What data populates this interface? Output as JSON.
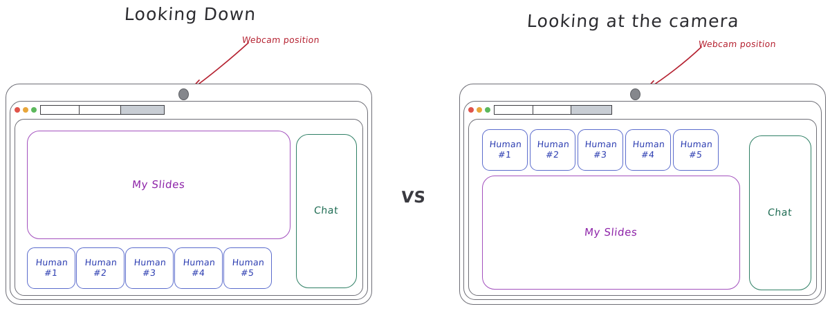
{
  "figure": {
    "comparison_separator": "VS",
    "annotation_color": "#b52231",
    "panels": [
      {
        "id": "looking-down",
        "title": "Looking Down",
        "webcam_note": "Webcam position",
        "layout_order": [
          "slides",
          "participants",
          "chat"
        ],
        "slides": {
          "label": "My Slides",
          "color": "#8d23a8"
        },
        "chat": {
          "label": "Chat",
          "color": "#1d6b52"
        },
        "participants": [
          {
            "name": "Human",
            "number": "#1"
          },
          {
            "name": "Human",
            "number": "#2"
          },
          {
            "name": "Human",
            "number": "#3"
          },
          {
            "name": "Human",
            "number": "#4"
          },
          {
            "name": "Human",
            "number": "#5"
          }
        ],
        "participant_color": "#2a3bb0",
        "browser": {
          "traffic_lights": [
            "red",
            "yellow",
            "green"
          ],
          "tabs": [
            {
              "label": "",
              "active": false
            },
            {
              "label": "",
              "active": false
            },
            {
              "label": "",
              "active": true
            }
          ]
        }
      },
      {
        "id": "looking-at-the-camera",
        "title": "Looking at the camera",
        "webcam_note": "Webcam position",
        "layout_order": [
          "participants",
          "slides",
          "chat"
        ],
        "slides": {
          "label": "My Slides",
          "color": "#8d23a8"
        },
        "chat": {
          "label": "Chat",
          "color": "#1d6b52"
        },
        "participants": [
          {
            "name": "Human",
            "number": "#1"
          },
          {
            "name": "Human",
            "number": "#2"
          },
          {
            "name": "Human",
            "number": "#3"
          },
          {
            "name": "Human",
            "number": "#4"
          },
          {
            "name": "Human",
            "number": "#5"
          }
        ],
        "participant_color": "#2a3bb0",
        "browser": {
          "traffic_lights": [
            "red",
            "yellow",
            "green"
          ],
          "tabs": [
            {
              "label": "",
              "active": false
            },
            {
              "label": "",
              "active": false
            },
            {
              "label": "",
              "active": true
            }
          ]
        }
      }
    ]
  }
}
